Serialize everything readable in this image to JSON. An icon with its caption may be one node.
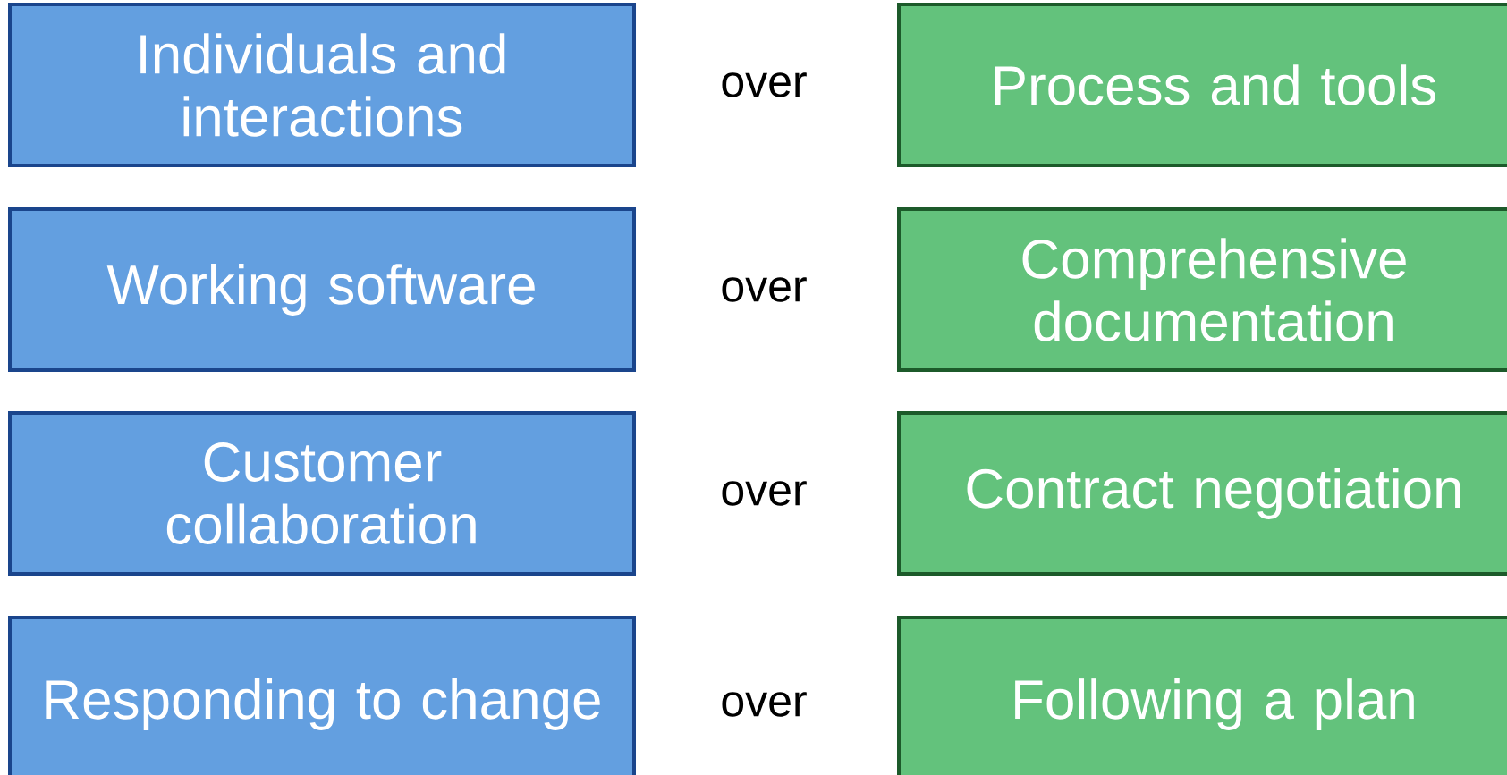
{
  "diagram": {
    "nodes": [
      {
        "text": [
          "Individuals and interactions"
        ]
      },
      {
        "text": [
          "Process and tools"
        ]
      },
      {
        "text": [
          "Working software"
        ]
      },
      {
        "text": [
          "Comprehensive documentation"
        ]
      },
      {
        "text": [
          "Customer collaboration"
        ]
      },
      {
        "text": [
          "Contract negotiation"
        ]
      },
      {
        "text": [
          "Responding to change"
        ]
      },
      {
        "text": [
          "Following a plan"
        ]
      }
    ],
    "labels": [
      "over",
      "over",
      "over",
      "over"
    ]
  }
}
